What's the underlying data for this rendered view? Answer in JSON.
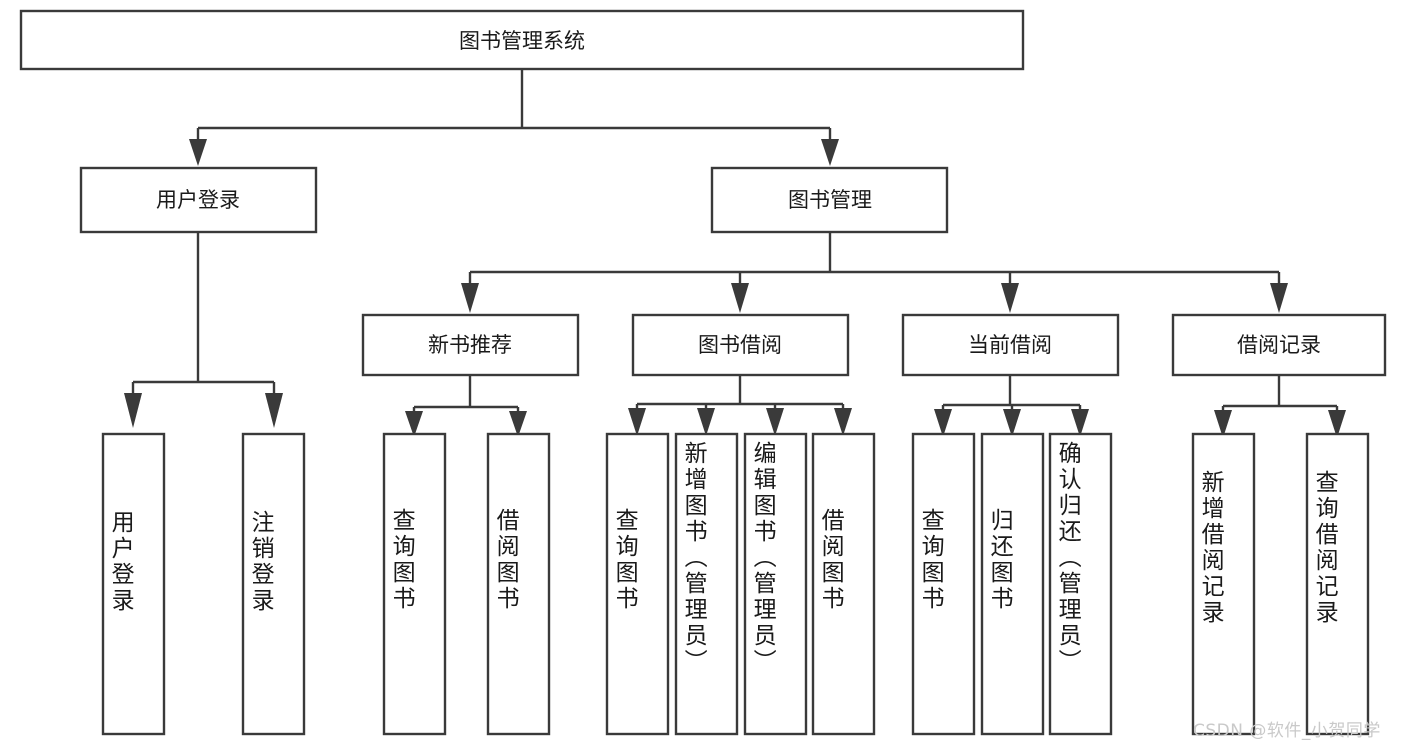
{
  "diagram": {
    "title": "图书管理系统",
    "orientation": "top-down",
    "levels": 4
  },
  "watermark": {
    "text": "CSDN @软件_小贺同学"
  },
  "colors": {
    "box_stroke": "#3a3a3a",
    "box_fill": "#ffffff",
    "text": "#1a1a1a",
    "background": "#ffffff",
    "watermark": "#c9c9c9"
  },
  "nodes": {
    "root": {
      "label": "图书管理系统"
    },
    "level2": [
      {
        "id": "user-login",
        "label": "用户登录"
      },
      {
        "id": "book-manage",
        "label": "图书管理"
      }
    ],
    "level3": [
      {
        "id": "new-book-recommend",
        "label": "新书推荐"
      },
      {
        "id": "book-borrow",
        "label": "图书借阅"
      },
      {
        "id": "current-borrow",
        "label": "当前借阅"
      },
      {
        "id": "borrow-record",
        "label": "借阅记录"
      }
    ],
    "leaves": [
      {
        "id": "leaf-user-login",
        "label": "用户登录",
        "parent": "user-login"
      },
      {
        "id": "leaf-logout",
        "label": "注销登录",
        "parent": "user-login"
      },
      {
        "id": "leaf-query-book-1",
        "label": "查询图书",
        "parent": "new-book-recommend"
      },
      {
        "id": "leaf-borrow-book-1",
        "label": "借阅图书",
        "parent": "new-book-recommend"
      },
      {
        "id": "leaf-query-book-2",
        "label": "查询图书",
        "parent": "book-borrow"
      },
      {
        "id": "leaf-add-book",
        "label": "新增图书（管理员）",
        "parent": "book-borrow"
      },
      {
        "id": "leaf-edit-book",
        "label": "编辑图书（管理员）",
        "parent": "book-borrow"
      },
      {
        "id": "leaf-borrow-book-2",
        "label": "借阅图书",
        "parent": "book-borrow"
      },
      {
        "id": "leaf-query-book-3",
        "label": "查询图书",
        "parent": "current-borrow"
      },
      {
        "id": "leaf-return-book",
        "label": "归还图书",
        "parent": "current-borrow"
      },
      {
        "id": "leaf-confirm-return",
        "label": "确认归还（管理员）",
        "parent": "current-borrow"
      },
      {
        "id": "leaf-add-record",
        "label": "新增借阅记录",
        "parent": "borrow-record"
      },
      {
        "id": "leaf-query-record",
        "label": "查询借阅记录",
        "parent": "borrow-record"
      }
    ]
  }
}
